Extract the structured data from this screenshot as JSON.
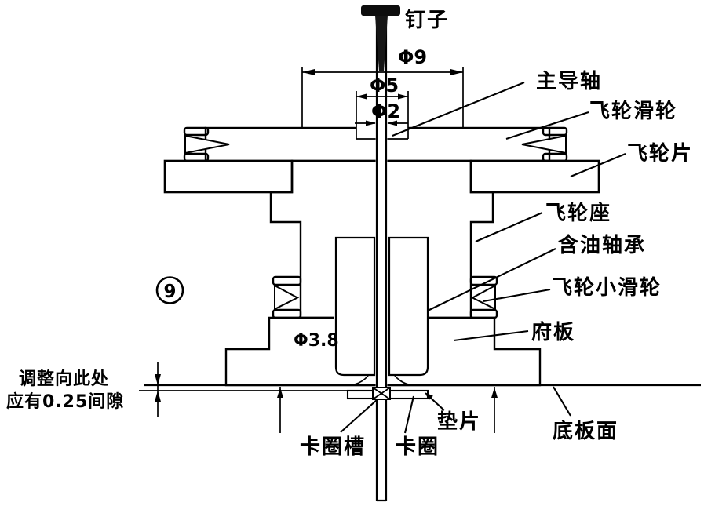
{
  "diagram": {
    "title_hint": "flywheel-assembly-cross-section",
    "figure_number": "9",
    "callouts": {
      "nail": "钉子",
      "main_shaft": "主导轴",
      "flywheel_pulley": "飞轮滑轮",
      "flywheel_disc": "飞轮片",
      "flywheel_seat": "飞轮座",
      "oil_bearing": "含油轴承",
      "flywheel_small_pulley": "飞轮小滑轮",
      "mount_plate": "府板",
      "base_plate_surface": "底板面",
      "washer": "垫片",
      "clamp_ring_groove": "卡圈槽",
      "clamp_ring": "卡圈"
    },
    "dimensions": {
      "phi9": "Φ9",
      "phi5": "Φ5",
      "phi2": "Φ2",
      "phi3_8": "Φ3.8"
    },
    "notes": {
      "gap_note_line1": "调整向此处",
      "gap_note_line2": "应有0.25间隙"
    },
    "colors": {
      "line": "#000000",
      "background": "#ffffff"
    }
  }
}
